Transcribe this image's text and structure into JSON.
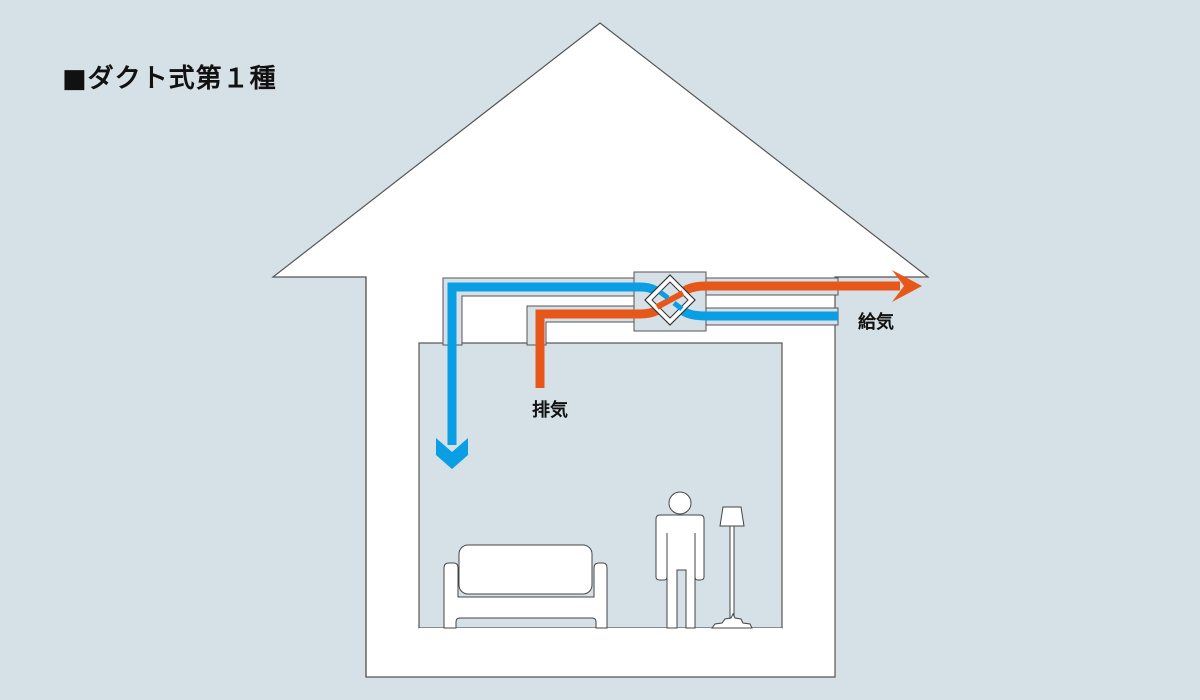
{
  "title": "■ダクト式第１種",
  "labels": {
    "supply": "給気",
    "exhaust": "排気"
  },
  "colors": {
    "background": "#d6e0e7",
    "supply_air": "#0a9ee4",
    "exhaust_air": "#e8571a",
    "house_fill": "#ffffff",
    "room_fill": "#d6e0e7",
    "outline": "#555555"
  },
  "icons": {
    "heat_exchanger": "diamond-heat-exchanger-icon",
    "person": "person-icon",
    "sofa": "sofa-icon",
    "floor_lamp": "floor-lamp-icon"
  }
}
